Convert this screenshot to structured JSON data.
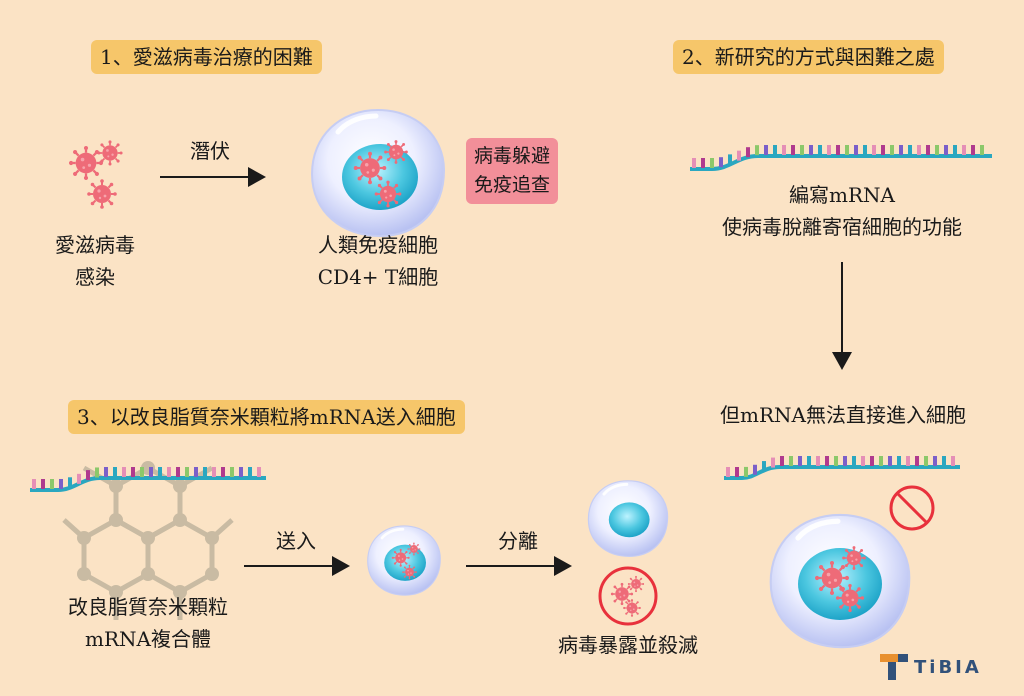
{
  "step1": {
    "title": "1、愛滋病毒治療的困難",
    "arrow_label": "潛伏",
    "virus_label_line1": "愛滋病毒",
    "virus_label_line2": "感染",
    "cell_label_line1": "人類免疫細胞",
    "cell_label_line2": "CD4+ T細胞",
    "evade_line1": "病毒躲避",
    "evade_line2": "免疫追查"
  },
  "step2": {
    "title": "2、新研究的方式與困難之處",
    "mrna_line1": "編寫mRNA",
    "mrna_line2": "使病毒脫離寄宿細胞的功能",
    "problem": "但mRNA無法直接進入細胞"
  },
  "step3": {
    "title": "3、以改良脂質奈米顆粒將mRNA送入細胞",
    "particle_line1": "改良脂質奈米顆粒",
    "particle_line2": "mRNA複合體",
    "arrow1_label": "送入",
    "arrow2_label": "分離",
    "result": "病毒暴露並殺滅"
  },
  "logo": {
    "text": "TiBIA"
  },
  "colors": {
    "background": "#fbe3c5",
    "tag": "#f6c66a",
    "pink_tag": "#f28f99",
    "virus": "#ee6b78",
    "nucleus": "#45c4dc",
    "forbid": "#e8313c"
  }
}
